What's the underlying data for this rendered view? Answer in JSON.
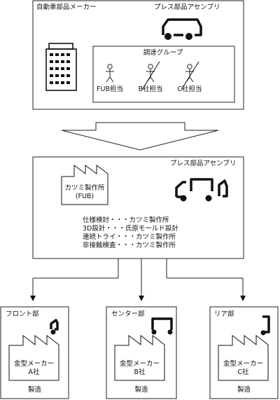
{
  "top_box": {
    "title": "自動車部品メーカー",
    "assembly_label": "プレス部品アセンブリ",
    "procurement_group": {
      "title": "調達グループ",
      "members": [
        "FUB担当",
        "B社担当",
        "C社担当"
      ]
    }
  },
  "middle_box": {
    "factory_label_line1": "カツミ製作所",
    "factory_label_line2": "(FUB)",
    "assembly_label": "プレス部品アセンブリ",
    "tasks": [
      "仕様検討・・・カツミ製作所",
      "3D設計・・・氏原モールド設計",
      "連続トライ・・・カツミ製作所",
      "非接触検査・・・カツミ製作所"
    ]
  },
  "bottom_boxes": [
    {
      "title": "フロント部",
      "maker_line1": "金型メーカー",
      "maker_line2": "A社",
      "footer": "製造"
    },
    {
      "title": "センター部",
      "maker_line1": "金型メーカー",
      "maker_line2": "B社",
      "footer": "製造"
    },
    {
      "title": "リア部",
      "maker_line1": "金型メーカー",
      "maker_line2": "C社",
      "footer": "製造"
    }
  ]
}
